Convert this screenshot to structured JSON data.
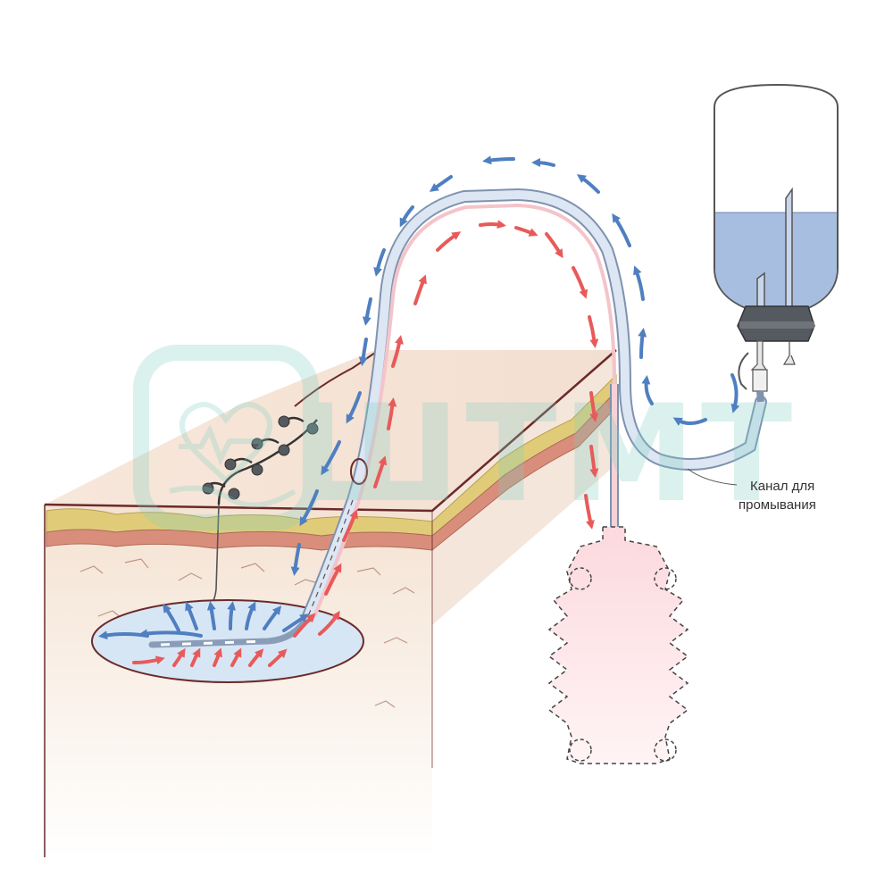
{
  "watermark": {
    "text": "ШТМТ",
    "icon": "heart-pulse-hand-icon",
    "color": "#7fd0c3"
  },
  "labels": {
    "flush_channel_line1": "Канал для",
    "flush_channel_line2": "промывания"
  },
  "colors": {
    "inflow_arrow": "#4f7fc0",
    "outflow_arrow": "#e85a5a",
    "skin_outline": "#6b2a2a",
    "fat_layer": "#e0cc78",
    "dermis_layer": "#d98e7c",
    "tissue": "#f2dccb",
    "fluid_bottle": "#a8bee0",
    "cavity": "#d7e6f5",
    "collector_bulb": "#fde6e8",
    "tube": "#b6c8e4"
  }
}
